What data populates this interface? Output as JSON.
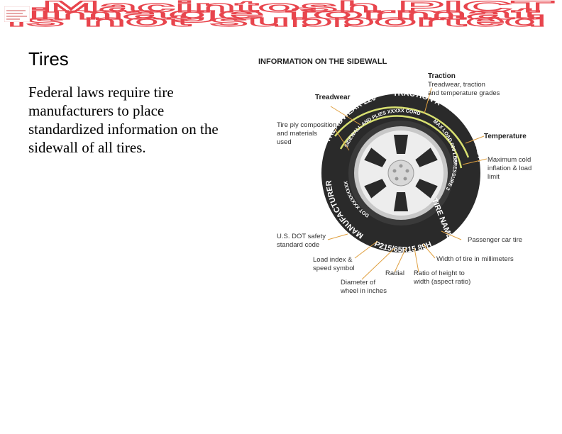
{
  "banner": {
    "lines": [
      "Macintosh PICT",
      "image format",
      "is not supported"
    ]
  },
  "slide": {
    "title": "Tires",
    "body": "Federal laws require tire manufacturers to place standardized information on the sidewall of all tires."
  },
  "figure": {
    "title": "INFORMATION ON THE SIDEWALL",
    "labels": {
      "traction": "Traction",
      "traction_desc_1": "Treadwear, traction",
      "traction_desc_2": "and temperature grades",
      "treadwear": "Treadwear",
      "ply_1": "Tire ply composition",
      "ply_2": "and materials",
      "ply_3": "used",
      "temperature": "Temperature",
      "maxload_1": "Maximum cold",
      "maxload_2": "inflation & load",
      "maxload_3": "limit",
      "dot_1": "U.S. DOT safety",
      "dot_2": "standard code",
      "passenger": "Passenger car tire",
      "load_1": "Load index &",
      "load_2": "speed symbol",
      "width": "Width of tire in millimeters",
      "radial": "Radial",
      "ratio_1": "Ratio of height to",
      "ratio_2": "width  (aspect ratio)",
      "diameter_1": "Diameter of",
      "diameter_2": "wheel in inches"
    },
    "sidewall_text": {
      "treadwear": "TREADWEAR 220",
      "traction": "TRACTION A",
      "temperature": "TEMPERATURE A",
      "plies": "SIDEWALL AND PLIES XXXXX CORD",
      "maxload": "MAX LOAD 000 LBS",
      "pressure": "PRESSURE 35 PSI",
      "tire_name": "TIRE NAME",
      "manufacturer": "MANUFACTURER",
      "dot": "DOT XXXXXXXXX",
      "size": "P215/65R15 89H"
    }
  }
}
